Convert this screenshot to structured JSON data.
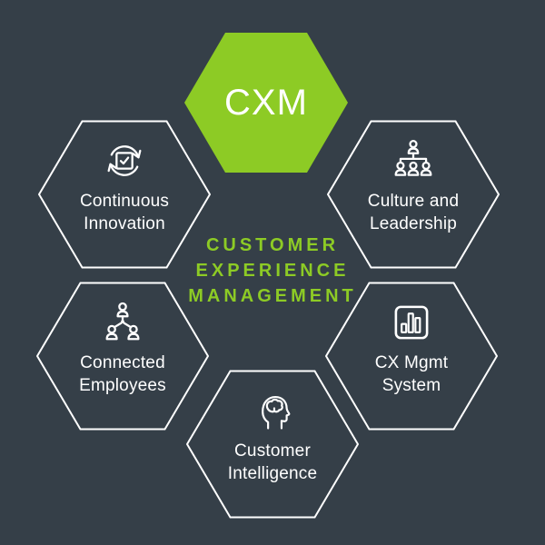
{
  "title": {
    "lines": [
      "CUSTOMER",
      "EXPERIENCE",
      "MANAGEMENT"
    ]
  },
  "center_hexagon": {
    "label": "CXM"
  },
  "hexagons": [
    {
      "name": "continuous-innovation",
      "icon": "sync-check-icon",
      "label_lines": [
        "Continuous",
        "Innovation"
      ]
    },
    {
      "name": "culture-and-leadership",
      "icon": "org-chart-icon",
      "label_lines": [
        "Culture and",
        "Leadership"
      ]
    },
    {
      "name": "connected-employees",
      "icon": "people-network-icon",
      "label_lines": [
        "Connected",
        "Employees"
      ]
    },
    {
      "name": "cx-mgmt-system",
      "icon": "bar-chart-icon",
      "label_lines": [
        "CX Mgmt",
        "System"
      ]
    },
    {
      "name": "customer-intelligence",
      "icon": "head-brain-icon",
      "label_lines": [
        "Customer",
        "Intelligence"
      ]
    }
  ],
  "colors": {
    "background": "#353f48",
    "accent_green": "#8dcb25",
    "outline_white": "#ffffff"
  }
}
